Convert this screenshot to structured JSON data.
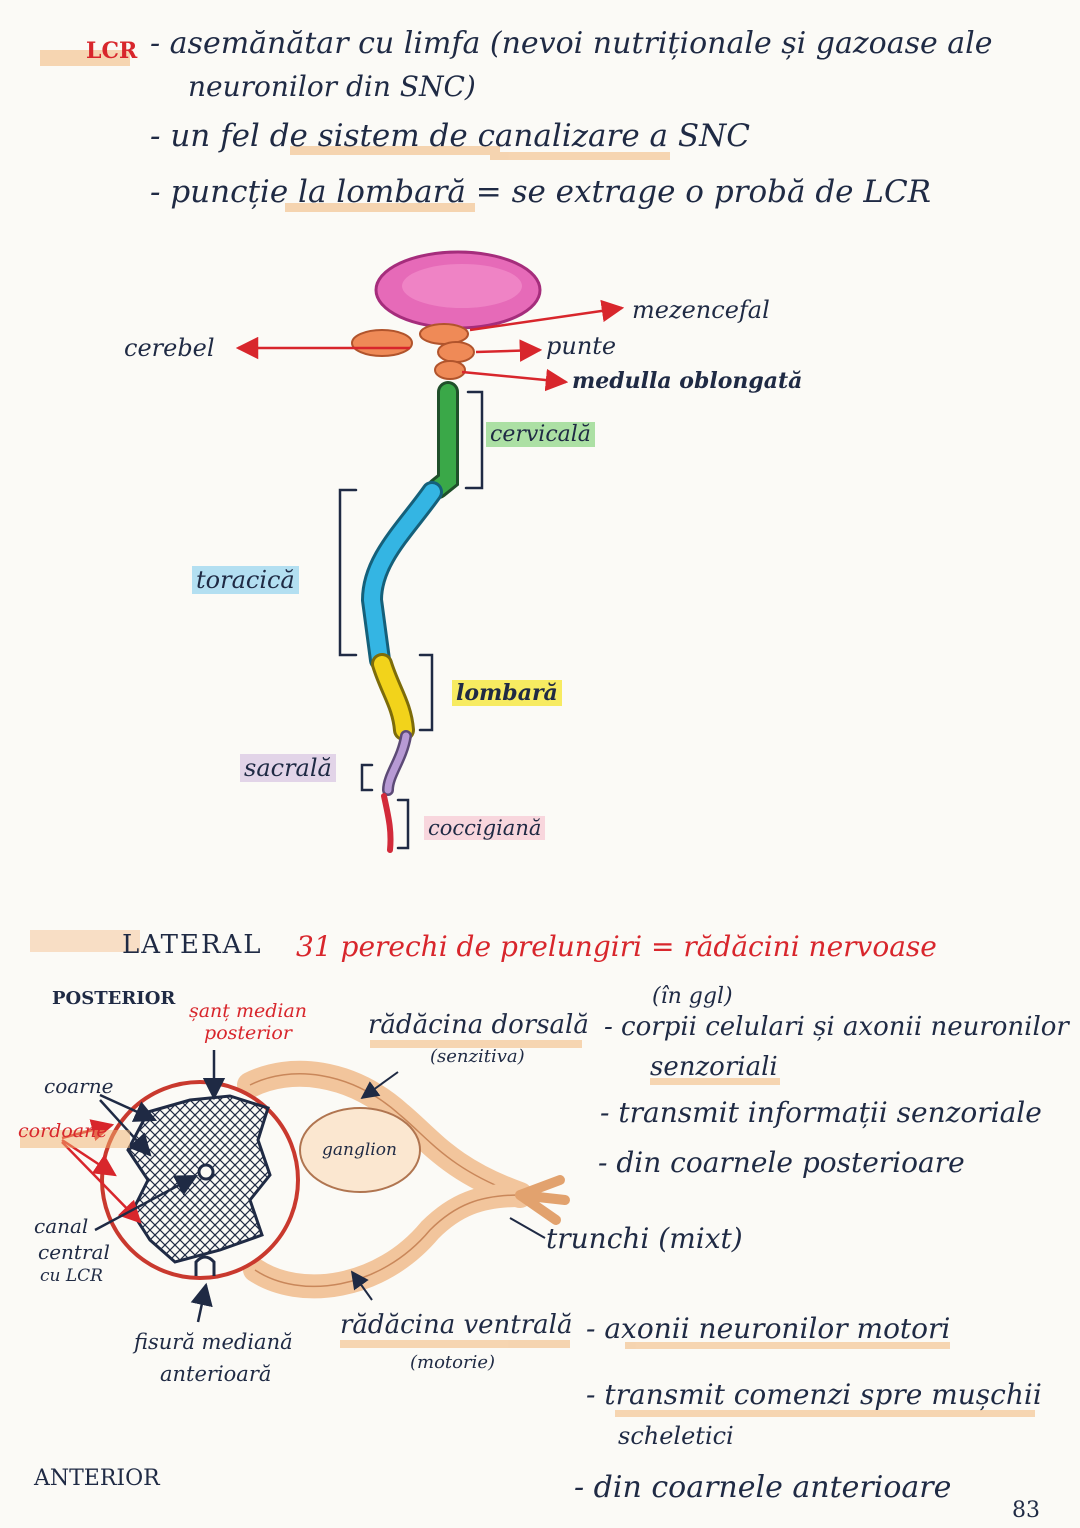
{
  "intro": {
    "lcr_tag": "LCR",
    "line1": "- asemănătar cu limfa (nevoi nutriționale și gazoase ale",
    "line2": "neuronilor din SNC)",
    "line3": "- un fel de sistem de canalizare a SNC",
    "line4": "- puncție la lombară = se extrage o probă de LCR"
  },
  "brain_labels": {
    "mezencefal": "mezencefal",
    "punte": "punte",
    "medulla": "medulla oblongată",
    "cerebel": "cerebel"
  },
  "spine_labels": {
    "cervicala": "cervicală",
    "toracica": "toracică",
    "lombara": "lombară",
    "sacrala": "sacrală",
    "coccigiana": "coccigiană"
  },
  "lateral": {
    "lateral_label": "LATERAL",
    "title": "31 perechi de prelungiri = rădăcini nervoase"
  },
  "section": {
    "posterior": "POSTERIOR",
    "anterior": "ANTERIOR",
    "sant": "șanț median posterior",
    "coarne": "coarne",
    "cordoane": "cordoane",
    "canal1": "canal",
    "canal2": "central",
    "canal3": "cu LCR",
    "fisura1": "fisură mediană",
    "fisura2": "anterioară",
    "ganglion": "ganglion",
    "dorsala": "rădăcina dorsală",
    "dorsala_sub": "(senzitiva)",
    "ventrala": "rădăcina ventrală",
    "ventrala_sub": "(motorie)",
    "trunchi": "trunchi (mixt)"
  },
  "notes_dorsal": {
    "in_ggl": "(în ggl)",
    "n1": "- corpii celulari și axonii neuronilor",
    "n2": "senzoriali",
    "n3": "- transmit informații senzoriale",
    "n4": "- din coarnele posterioare"
  },
  "notes_ventral": {
    "n1": "- axonii neuronilor motori",
    "n2": "- transmit comenzi spre mușchii",
    "n3": "scheletici",
    "n4": "- din coarnele anterioare"
  },
  "page_number": "83",
  "colors": {
    "ink": "#1f2a44",
    "red": "#d8262c",
    "brain_pink": "#e66ab8",
    "orange": "#ef8a57",
    "cervical_green": "#3aa848",
    "thoracic_blue": "#34b5e3",
    "lumbar_yellow": "#f2d31b",
    "sacral_purple": "#b79ad4",
    "coccygeal_red": "#d22a3a"
  }
}
